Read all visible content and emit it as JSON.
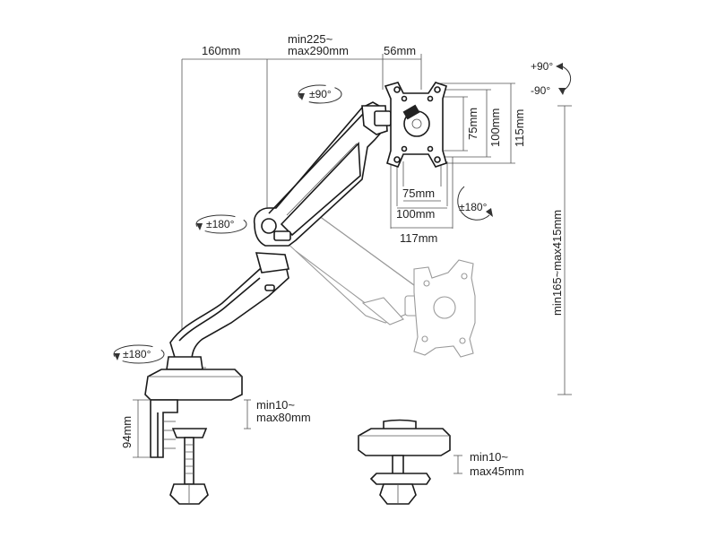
{
  "dimensions": {
    "arm_reach": "160mm",
    "extension_line1": "min225~",
    "extension_line2": "max290mm",
    "offset": "56mm",
    "vesa_75": "75mm",
    "vesa_100": "100mm",
    "plate_height": "115mm",
    "vesa_75_h": "75mm",
    "vesa_100_h": "100mm",
    "plate_width": "117mm",
    "height_range": "min165~max415mm",
    "clamp_height": "94mm",
    "clamp_thickness_line1": "min10~",
    "clamp_thickness_line2": "max80mm",
    "grommet_thickness_line1": "min10~",
    "grommet_thickness_line2": "max45mm"
  },
  "rotations": {
    "tilt_up": "+90°",
    "tilt_down": "-90°",
    "swivel_head": "±90°",
    "rotation_plate": "±180°",
    "swivel_elbow": "±180°",
    "swivel_base": "±180°"
  }
}
